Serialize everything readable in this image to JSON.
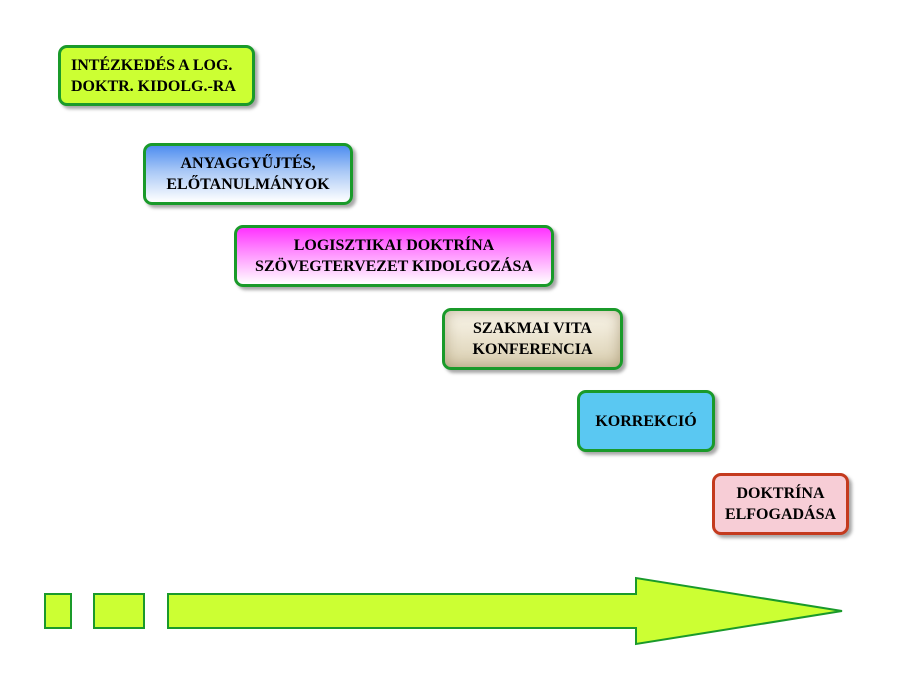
{
  "colors": {
    "border_green": "#1a9a2a",
    "border_red": "#c43a1e",
    "arrow_fill": "#ccff33"
  },
  "steps": [
    {
      "lines": [
        "INTÉZKEDÉS A LOG.",
        "DOKTR. KIDOLG.-RA"
      ],
      "fill": "#ccff33"
    },
    {
      "lines": [
        "ANYAGGYŰJTÉS,",
        "ELŐTANULMÁNYOK"
      ],
      "fill": "gradient-blue-white"
    },
    {
      "lines": [
        "LOGISZTIKAI DOKTRÍNA",
        "SZÖVEGTERVEZET KIDOLGOZÁSA"
      ],
      "fill": "gradient-magenta-white"
    },
    {
      "lines": [
        "SZAKMAI VITA",
        "KONFERENCIA"
      ],
      "fill": "parchment"
    },
    {
      "lines": [
        "KORREKCIÓ"
      ],
      "fill": "#5ac8f2"
    },
    {
      "lines": [
        "DOKTRÍNA",
        "ELFOGADÁSA"
      ],
      "fill": "#f7cdd6"
    }
  ],
  "timeline": {
    "icon": "dashed-arrow-right-icon"
  }
}
